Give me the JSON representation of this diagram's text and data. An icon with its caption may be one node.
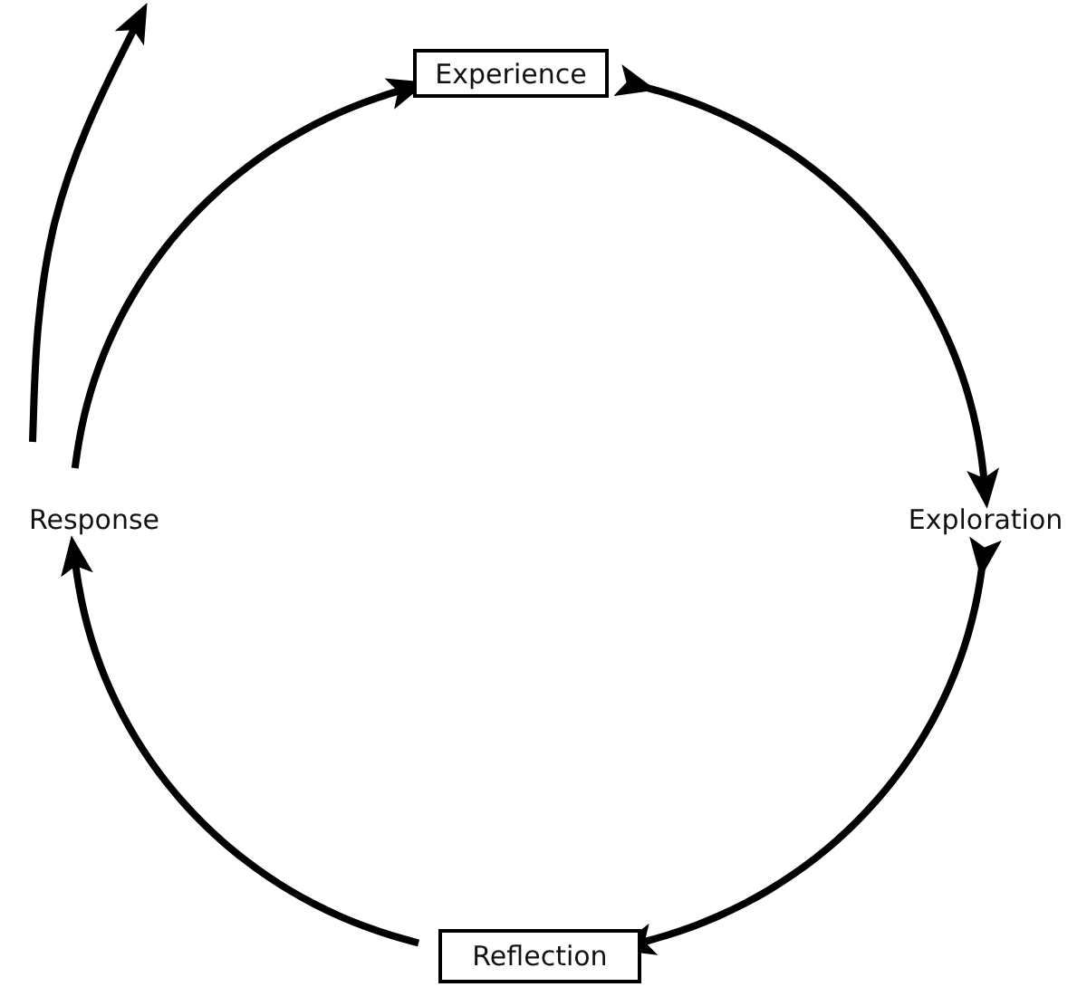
{
  "diagram": {
    "nodes": [
      {
        "text": [
          "Experience"
        ]
      },
      {
        "text": [
          "Exploration"
        ]
      },
      {
        "text": [
          "Reflection"
        ]
      },
      {
        "text": [
          "Response"
        ]
      }
    ],
    "edges": [
      {
        "from": 0,
        "to": 1,
        "arrow": "to"
      },
      {
        "from": 1,
        "to": 2,
        "arrow": "to"
      },
      {
        "from": 2,
        "to": 3,
        "arrow": "to"
      },
      {
        "from": 3,
        "to": 0,
        "arrow": "to"
      },
      {
        "from": 3,
        "to": null,
        "arrow": "to"
      }
    ]
  }
}
